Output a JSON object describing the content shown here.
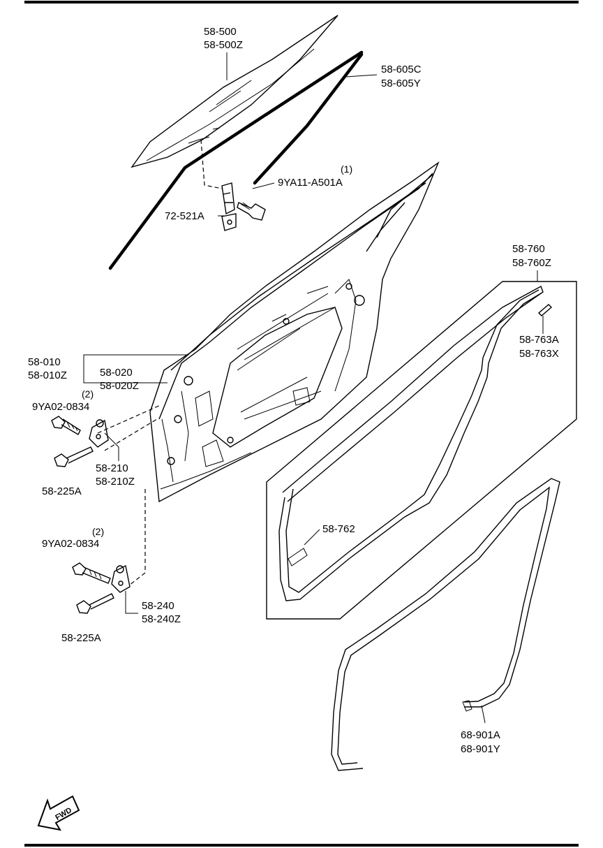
{
  "callouts": {
    "c58500": [
      "58-500",
      "58-500Z"
    ],
    "c58605": [
      "58-605C",
      "58-605Y"
    ],
    "c9ya11": {
      "qty": "(1)",
      "part": "9YA11-A501A"
    },
    "c72521": "72-521A",
    "c58760": [
      "58-760",
      "58-760Z"
    ],
    "c58763": [
      "58-763A",
      "58-763X"
    ],
    "c58010": [
      "58-010",
      "58-010Z"
    ],
    "c58020": [
      "58-020",
      "58-020Z"
    ],
    "c9ya02a": {
      "qty": "(2)",
      "part": "9YA02-0834"
    },
    "c58210": [
      "58-210",
      "58-210Z"
    ],
    "c58225a": "58-225A",
    "c58762": "58-762",
    "c9ya02b": {
      "qty": "(2)",
      "part": "9YA02-0834"
    },
    "c58240": [
      "58-240",
      "58-240Z"
    ],
    "c58225b": "58-225A",
    "c68901": [
      "68-901A",
      "68-901Y"
    ]
  },
  "fwd_label": "FWD"
}
